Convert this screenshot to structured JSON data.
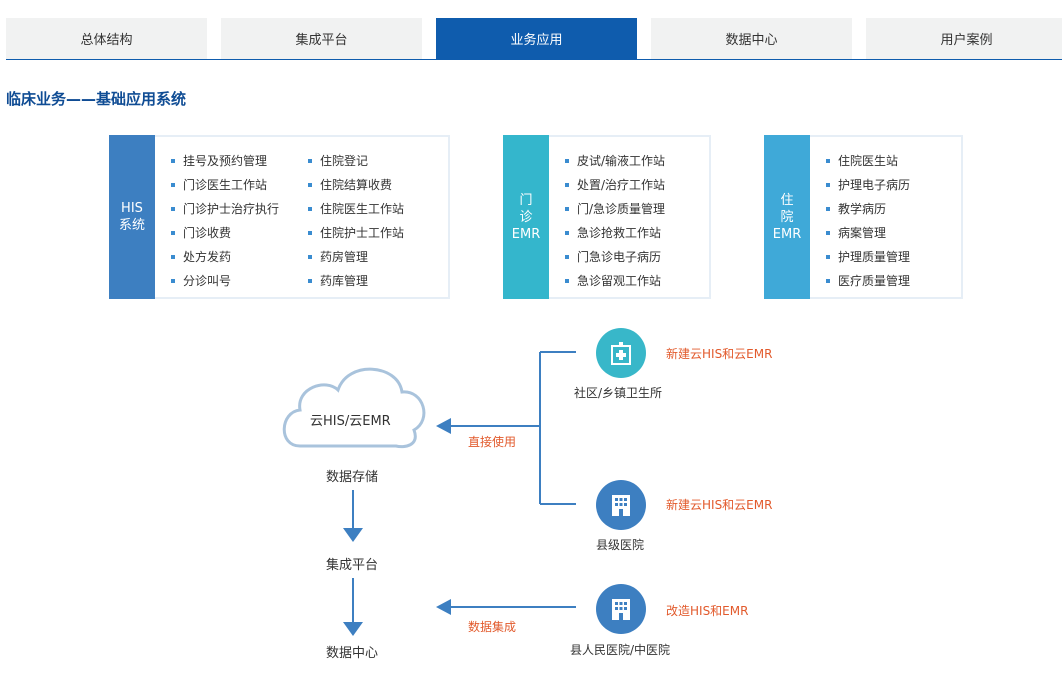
{
  "tabs": [
    {
      "label": "总体结构",
      "active": false
    },
    {
      "label": "集成平台",
      "active": false
    },
    {
      "label": "业务应用",
      "active": true
    },
    {
      "label": "数据中心",
      "active": false
    },
    {
      "label": "用户案例",
      "active": false
    }
  ],
  "section_title": "临床业务——基础应用系统",
  "modules": {
    "his": {
      "side_lines": [
        "HIS",
        "系统"
      ],
      "color": "#3d7fc1",
      "col1": [
        "挂号及预约管理",
        "门诊医生工作站",
        "门诊护士治疗执行",
        "门诊收费",
        "处方发药",
        "分诊叫号"
      ],
      "col2": [
        "住院登记",
        "住院结算收费",
        "住院医生工作站",
        "住院护士工作站",
        "药房管理",
        "药库管理"
      ]
    },
    "outpatient_emr": {
      "side_lines": [
        "门",
        "诊",
        "EMR"
      ],
      "color": "#34b6cc",
      "col1": [
        "皮试/输液工作站",
        "处置/治疗工作站",
        "门/急诊质量管理",
        "急诊抢救工作站",
        "门急诊电子病历",
        "急诊留观工作站"
      ]
    },
    "inpatient_emr": {
      "side_lines": [
        "住",
        "院",
        "EMR"
      ],
      "color": "#3fa9d8",
      "col1": [
        "住院医生站",
        "护理电子病历",
        "教学病历",
        "病案管理",
        "护理质量管理",
        "医疗质量管理"
      ]
    }
  },
  "diagram": {
    "cloud_label": "云HIS/云EMR",
    "storage_label": "数据存储",
    "platform_label": "集成平台",
    "data_center_label": "数据中心",
    "direct_use_label": "直接使用",
    "data_integration_label": "数据集成",
    "sites": [
      {
        "name": "社区/乡镇卫生所",
        "note": "新建云HIS和云EMR",
        "icon": "clinic-icon",
        "color": "#38b7c9"
      },
      {
        "name": "县级医院",
        "note": "新建云HIS和云EMR",
        "icon": "hospital-building-icon",
        "color": "#3d7fc1"
      },
      {
        "name": "县人民医院/中医院",
        "note": "改造HIS和EMR",
        "icon": "hospital-building-icon",
        "color": "#3d7fc1"
      }
    ],
    "colors": {
      "arrow": "#3d7fc1",
      "cloud": "#a9c3dc",
      "note": "#e25a2c"
    }
  }
}
